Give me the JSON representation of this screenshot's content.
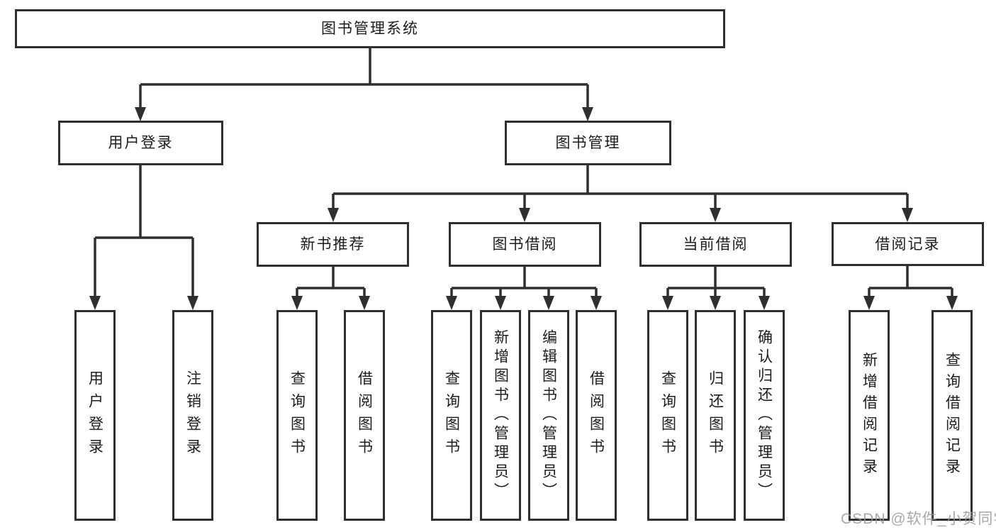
{
  "diagram": {
    "root": {
      "label": "图书管理系统"
    },
    "branches": [
      {
        "label": "用户登录",
        "children": [
          {
            "label": "用户登录"
          },
          {
            "label": "注销登录"
          }
        ]
      },
      {
        "label": "图书管理",
        "children": [
          {
            "label": "新书推荐",
            "children": [
              {
                "label": "查询图书"
              },
              {
                "label": "借阅图书"
              }
            ]
          },
          {
            "label": "图书借阅",
            "children": [
              {
                "label": "查询图书"
              },
              {
                "label": "新增图书（管理员）"
              },
              {
                "label": "编辑图书（管理员）"
              },
              {
                "label": "借阅图书"
              }
            ]
          },
          {
            "label": "当前借阅",
            "children": [
              {
                "label": "查询图书"
              },
              {
                "label": "归还图书"
              },
              {
                "label": "确认归还（管理员）"
              }
            ]
          },
          {
            "label": "借阅记录",
            "children": [
              {
                "label": "新增借阅记录"
              },
              {
                "label": "查询借阅记录"
              }
            ]
          }
        ]
      }
    ]
  },
  "watermark": {
    "text": "CSDN @软件_小贺同学"
  },
  "colors": {
    "line": "#2f2f2f",
    "box_border": "#2f2f2f",
    "text": "#1c1c1c",
    "watermark": "#969696",
    "background": "#ffffff"
  }
}
